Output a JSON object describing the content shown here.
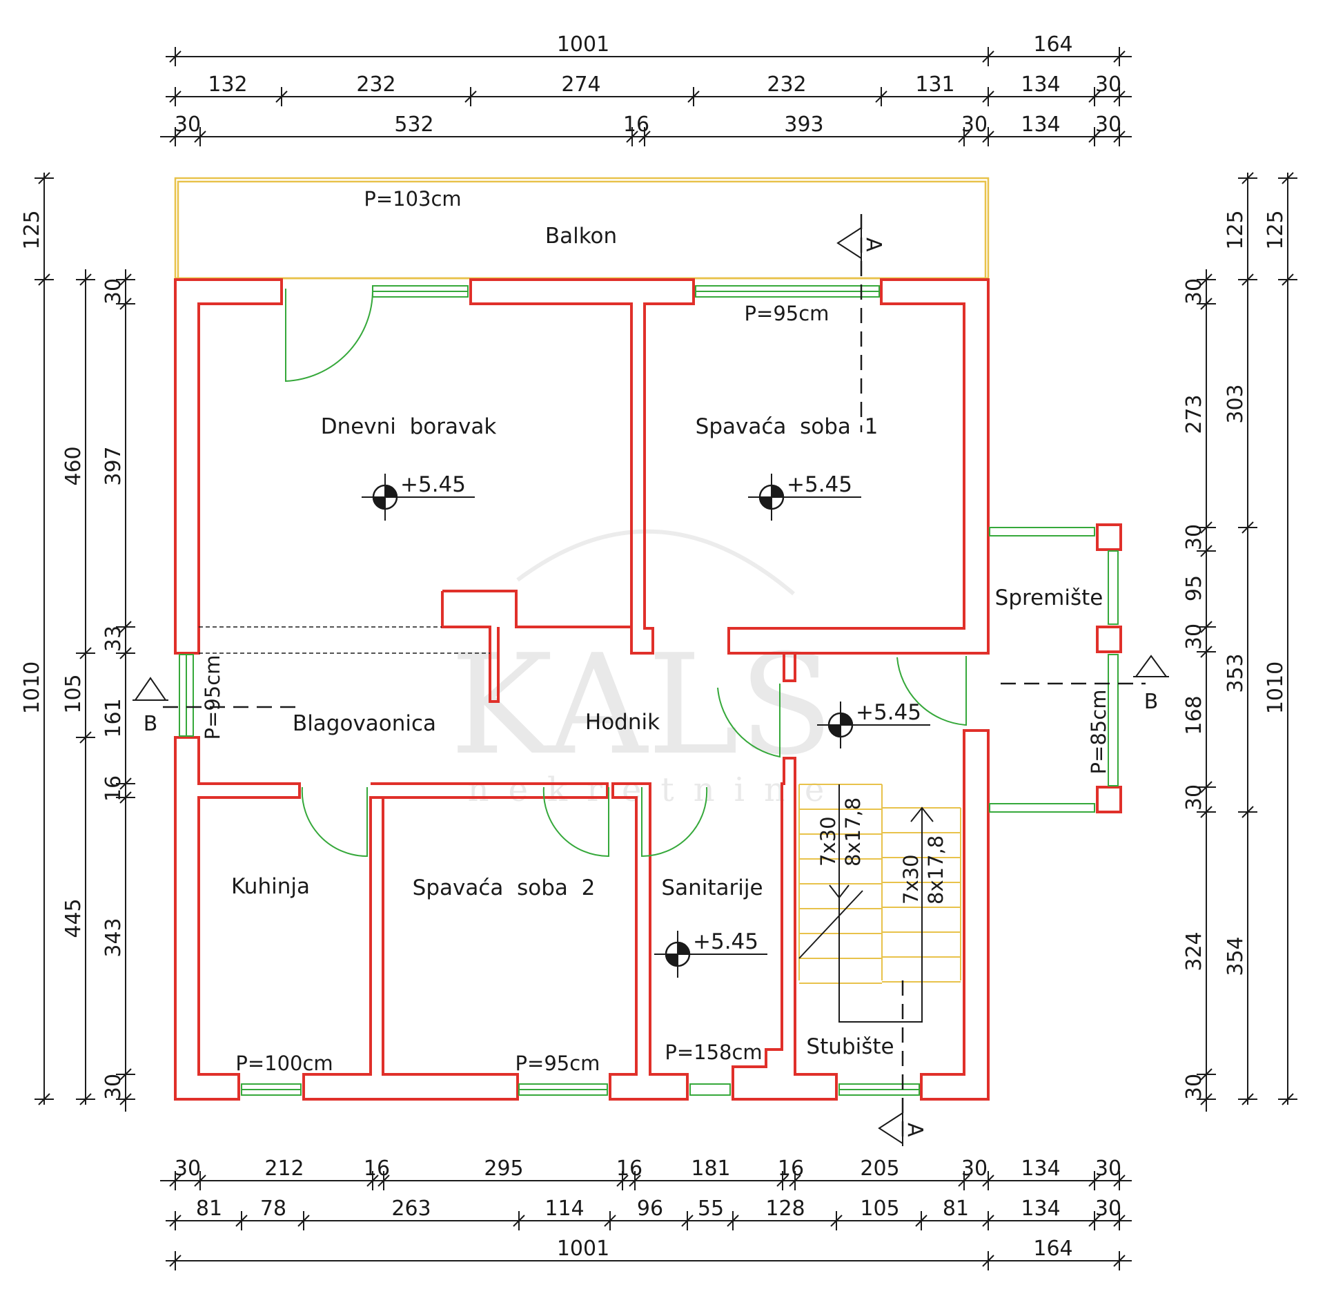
{
  "rooms": {
    "balkon": "Balkon",
    "dnevni": "Dnevni  boravak",
    "spavaca1": "Spavaća  soba  1",
    "spremiste": "Spremište",
    "blagovaonica": "Blagovaonica",
    "hodnik": "Hodnik",
    "kuhinja": "Kuhinja",
    "spavaca2": "Spavaća  soba  2",
    "sanitarije": "Sanitarije",
    "stubiste": "Stubište"
  },
  "openings": {
    "balcony_rail": "P=103cm",
    "window_bedroom1": "P=95cm",
    "window_dining": "P=95cm",
    "window_storage": "P=85cm",
    "window_kitchen": "P=100cm",
    "window_bedroom2": "P=95cm",
    "window_sanitary": "P=158cm"
  },
  "levels": [
    "+5.45",
    "+5.45",
    "+5.45",
    "+5.45"
  ],
  "stairs": {
    "flight_left": [
      "7x30",
      "8x17,8"
    ],
    "flight_right": [
      "7x30",
      "8x17,8"
    ]
  },
  "sections": {
    "a": "A",
    "b": "B"
  },
  "watermark": {
    "logo": "KALS",
    "sub": "nekretnine"
  },
  "dimensions": {
    "top_total": [
      "1001",
      "164"
    ],
    "top_row2": [
      "132",
      "232",
      "274",
      "232",
      "131",
      "134",
      "30"
    ],
    "top_row3": [
      "30",
      "532",
      "16",
      "393",
      "30",
      "134",
      "30"
    ],
    "bottom_row1": [
      "30",
      "212",
      "16",
      "295",
      "16",
      "181",
      "16",
      "205",
      "30",
      "134",
      "30"
    ],
    "bottom_row2": [
      "81",
      "78",
      "263",
      "114",
      "96",
      "55",
      "128",
      "105",
      "81",
      "134",
      "30"
    ],
    "bottom_total": [
      "1001",
      "164"
    ],
    "left_outer": [
      "125",
      "1010"
    ],
    "left_mid": [
      "460",
      "105",
      "445"
    ],
    "left_inner": [
      "30",
      "397",
      "33",
      "161",
      "16",
      "343",
      "30"
    ],
    "right_inner": [
      "30",
      "273",
      "30",
      "95",
      "30",
      "168",
      "30",
      "324",
      "30"
    ],
    "right_mid": [
      "125",
      "303",
      "353",
      "354"
    ],
    "right_outer": [
      "125",
      "1010"
    ]
  },
  "colors": {
    "wall": "#e0302a",
    "window": "#35a83a",
    "balcony": "#e8c24a",
    "lines": "#1a1a1a"
  }
}
